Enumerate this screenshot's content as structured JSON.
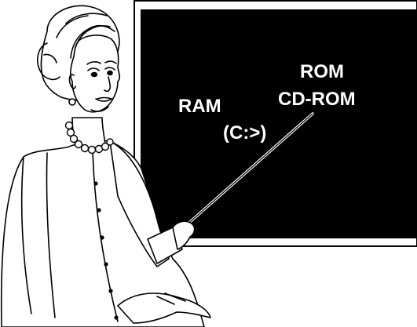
{
  "chalkboard": {
    "words": {
      "rom": "ROM",
      "cd_rom": "CD-ROM",
      "ram": "RAM",
      "c_prompt": "(C:>)"
    },
    "colors": {
      "board": "#000000",
      "text": "#ffffff",
      "line_art": "#000000",
      "background": "#ffffff"
    }
  },
  "illustration": {
    "subject": "woman-teacher-with-pointer-icon"
  }
}
